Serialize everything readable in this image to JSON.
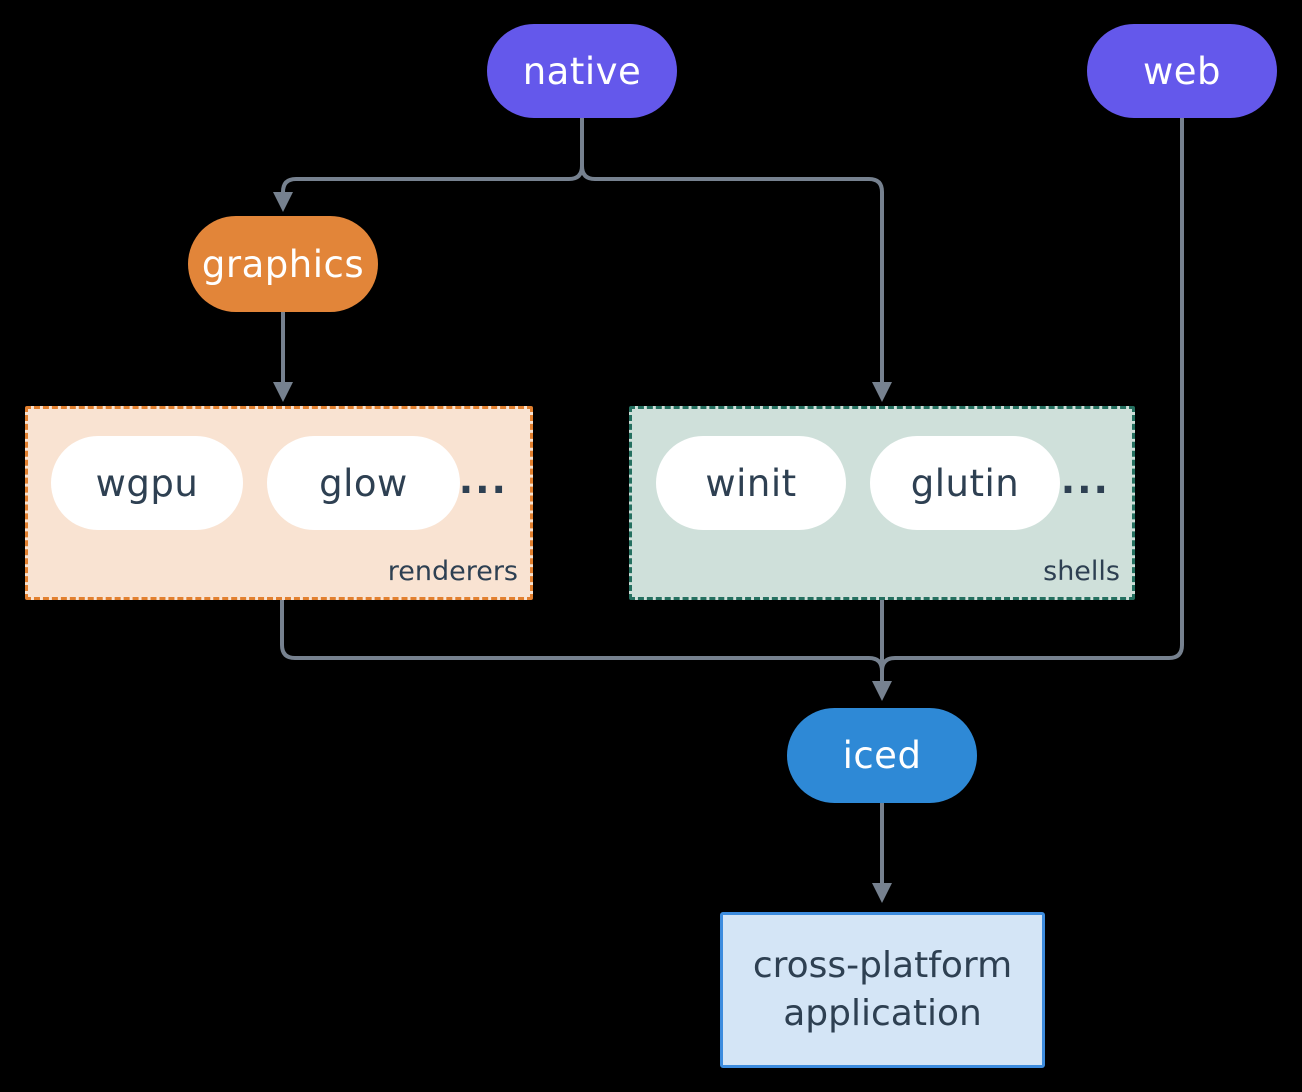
{
  "diagram": {
    "nodes": {
      "native": {
        "label": "native",
        "color": "#6458EB"
      },
      "web": {
        "label": "web",
        "color": "#6458EB"
      },
      "graphics": {
        "label": "graphics",
        "color": "#E28539"
      },
      "wgpu": {
        "label": "wgpu",
        "color": "#FFFFFF"
      },
      "glow": {
        "label": "glow",
        "color": "#FFFFFF"
      },
      "winit": {
        "label": "winit",
        "color": "#FFFFFF"
      },
      "glutin": {
        "label": "glutin",
        "color": "#FFFFFF"
      },
      "iced": {
        "label": "iced",
        "color": "#2E89D6"
      }
    },
    "groups": {
      "renderers": {
        "label": "renderers",
        "more": "...",
        "background": "#F9E3D2",
        "border_color": "#E2802F"
      },
      "shells": {
        "label": "shells",
        "more": "...",
        "background": "#CFE0DA",
        "border_color": "#257060"
      }
    },
    "app_box": {
      "line1": "cross-platform",
      "line2": "application",
      "background": "#D4E5F6",
      "border_color": "#3D8CDE"
    },
    "edges": [
      {
        "from": "native",
        "to": "graphics"
      },
      {
        "from": "native",
        "to": "shells"
      },
      {
        "from": "graphics",
        "to": "renderers"
      },
      {
        "from": "renderers",
        "to": "iced"
      },
      {
        "from": "shells",
        "to": "iced"
      },
      {
        "from": "web",
        "to": "iced"
      },
      {
        "from": "iced",
        "to": "cross-platform application"
      }
    ],
    "colors": {
      "background": "#000000",
      "connector": "#76818F",
      "node_text_light": "#FFFFFF",
      "node_text_dark": "#2E4052"
    }
  }
}
